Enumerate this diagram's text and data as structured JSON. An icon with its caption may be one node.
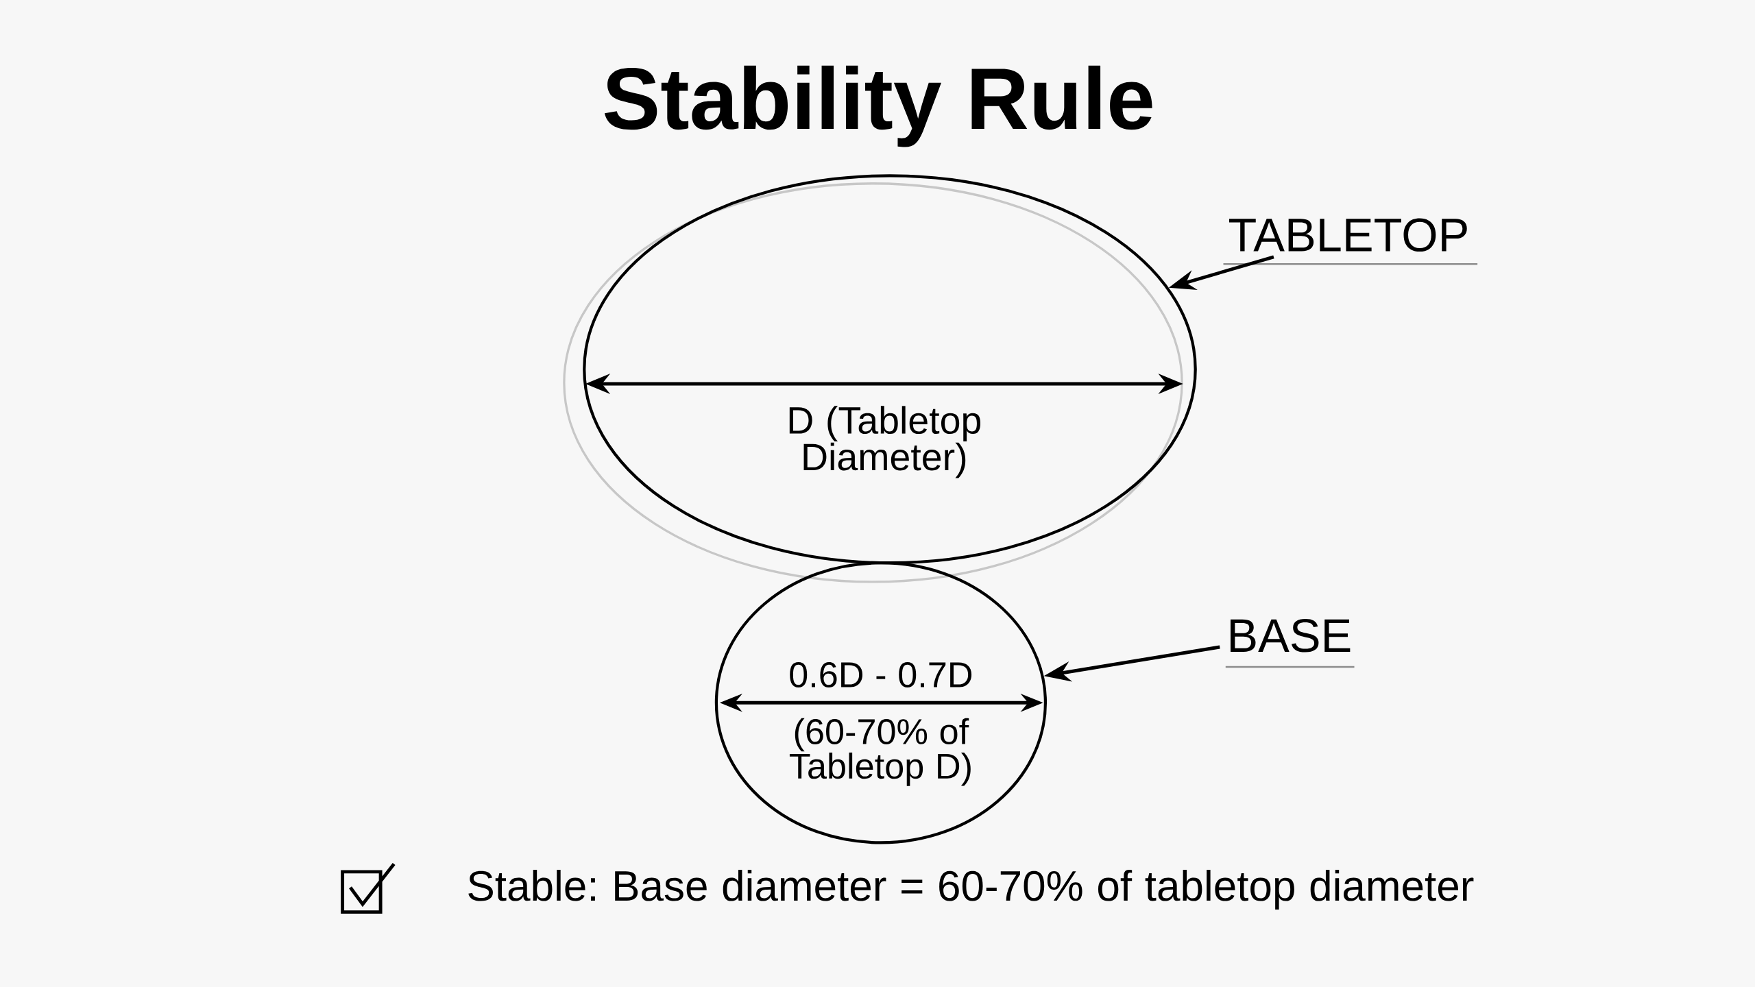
{
  "diagram": {
    "title": "Stability Rule",
    "nodes": [
      {
        "text": [
          "TABLETOP"
        ]
      },
      {
        "text": [],
        "shape": "ellipse"
      },
      {
        "text": [
          "BASE"
        ]
      },
      {
        "text": [],
        "shape": "ellipse"
      }
    ],
    "edges": [
      {
        "from": 0,
        "to": 1,
        "arrow": "to"
      },
      {
        "from": 2,
        "to": 3,
        "arrow": "to"
      }
    ],
    "labels": [
      "D (Tabletop Diameter)",
      "0.6D - 0.7D",
      "(60-70% of Tabletop D)",
      "Stable: Base diameter = 60-70% of tabletop diameter"
    ]
  }
}
